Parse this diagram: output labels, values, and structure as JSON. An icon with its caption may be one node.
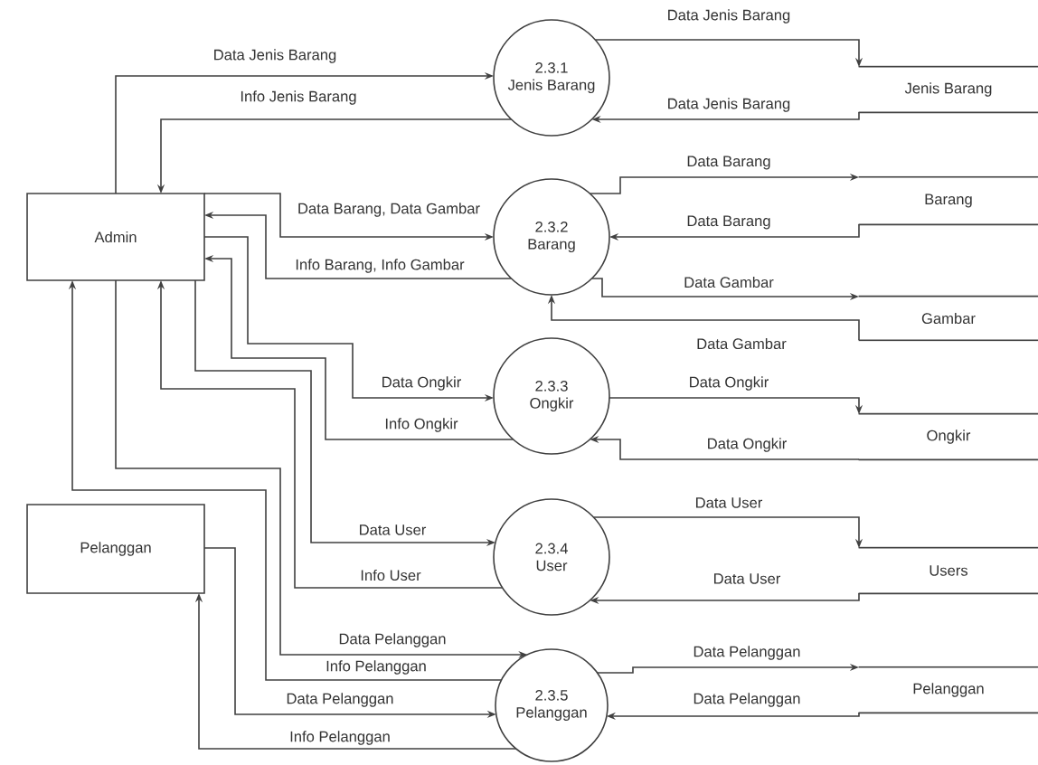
{
  "diagram": {
    "nodes": [
      {
        "text": [
          "Admin"
        ]
      },
      {
        "text": [
          "2.3.1",
          "Jenis Barang"
        ]
      },
      {
        "text": [
          "2.3.2",
          "Barang"
        ]
      },
      {
        "text": [
          "2.3.3",
          "Ongkir"
        ]
      },
      {
        "text": [
          "2.3.4",
          "User"
        ]
      },
      {
        "text": [
          "Pelanggan"
        ]
      },
      {
        "text": [
          "2.3.5",
          "Pelanggan"
        ]
      },
      {
        "text": [
          "Jenis Barang"
        ]
      },
      {
        "text": [
          "Barang"
        ]
      },
      {
        "text": [
          "Gambar"
        ]
      },
      {
        "text": [
          "Ongkir"
        ]
      },
      {
        "text": [
          "Users"
        ]
      },
      {
        "text": [
          "Pelanggan"
        ]
      }
    ],
    "edges": [
      {
        "from": 0,
        "to": 1,
        "arrow": "to",
        "label": "Data Jenis Barang"
      },
      {
        "from": 1,
        "to": 0,
        "arrow": "to",
        "label": "Info Jenis Barang"
      },
      {
        "from": 0,
        "to": 2,
        "arrow": "to",
        "label": "Data Barang, Data Gambar"
      },
      {
        "from": 2,
        "to": 0,
        "arrow": "to",
        "label": "Info Barang, Info Gambar"
      },
      {
        "from": 0,
        "to": 3,
        "arrow": "to",
        "label": "Data Ongkir"
      },
      {
        "from": 3,
        "to": 0,
        "arrow": "to",
        "label": "Info Ongkir"
      },
      {
        "from": 0,
        "to": 4,
        "arrow": "to",
        "label": "Data User"
      },
      {
        "from": 4,
        "to": 0,
        "arrow": "to",
        "label": "Info User"
      },
      {
        "from": 0,
        "to": 6,
        "arrow": "to",
        "label": "Data Pelanggan"
      },
      {
        "from": 6,
        "to": 0,
        "arrow": "to",
        "label": "Info Pelanggan"
      },
      {
        "from": 5,
        "to": 6,
        "arrow": "to",
        "label": "Data Pelanggan"
      },
      {
        "from": 6,
        "to": 5,
        "arrow": "to",
        "label": "Info Pelanggan"
      },
      {
        "from": 1,
        "to": 7,
        "arrow": "to",
        "label": "Data Jenis Barang"
      },
      {
        "from": 7,
        "to": 1,
        "arrow": "to",
        "label": "Data Jenis Barang"
      },
      {
        "from": 2,
        "to": 8,
        "arrow": "to",
        "label": "Data Barang"
      },
      {
        "from": 8,
        "to": 2,
        "arrow": "to",
        "label": "Data Barang"
      },
      {
        "from": 2,
        "to": 9,
        "arrow": "to",
        "label": "Data Gambar"
      },
      {
        "from": 9,
        "to": 2,
        "arrow": "to",
        "label": "Data Gambar"
      },
      {
        "from": 3,
        "to": 10,
        "arrow": "to",
        "label": "Data Ongkir"
      },
      {
        "from": 10,
        "to": 3,
        "arrow": "to",
        "label": "Data Ongkir"
      },
      {
        "from": 4,
        "to": 11,
        "arrow": "to",
        "label": "Data User"
      },
      {
        "from": 11,
        "to": 4,
        "arrow": "to",
        "label": "Data User"
      },
      {
        "from": 6,
        "to": 12,
        "arrow": "to",
        "label": "Data Pelanggan"
      },
      {
        "from": 12,
        "to": 6,
        "arrow": "to",
        "label": "Data Pelanggan"
      }
    ]
  }
}
